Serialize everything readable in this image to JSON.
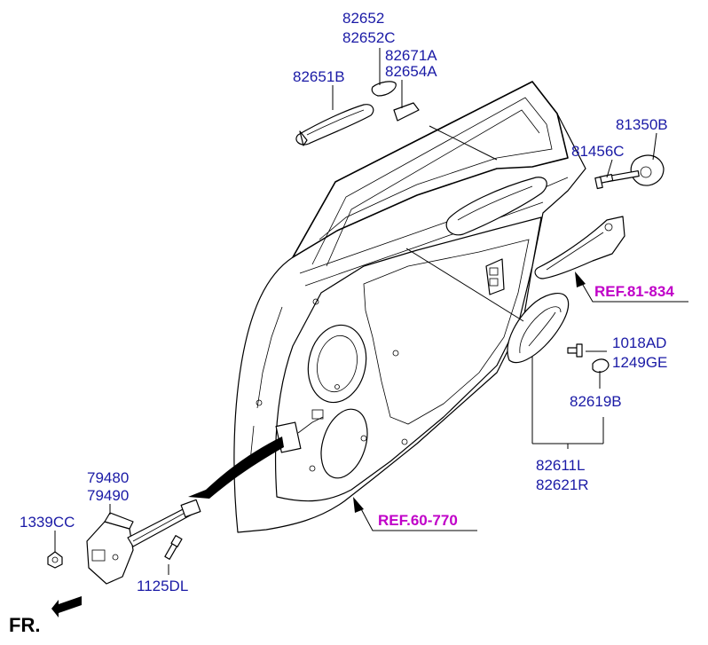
{
  "labels": {
    "p82652": "82652",
    "p82652c": "82652C",
    "p82671a": "82671A",
    "p82654a": "82654A",
    "p82651b": "82651B",
    "p81350b": "81350B",
    "p81456c": "81456C",
    "p1018ad": "1018AD",
    "p1249ge": "1249GE",
    "p82619b": "82619B",
    "p82611l": "82611L",
    "p82621r": "82621R",
    "p79480": "79480",
    "p79490": "79490",
    "p1339cc": "1339CC",
    "p1125dl": "1125DL"
  },
  "refs": {
    "ref81": "REF.81-834",
    "ref60": "REF.60-770"
  },
  "direction": {
    "label": "FR."
  },
  "colors": {
    "part_label": "#1a1aa6",
    "ref_label": "#c000c8",
    "line": "#000000"
  }
}
